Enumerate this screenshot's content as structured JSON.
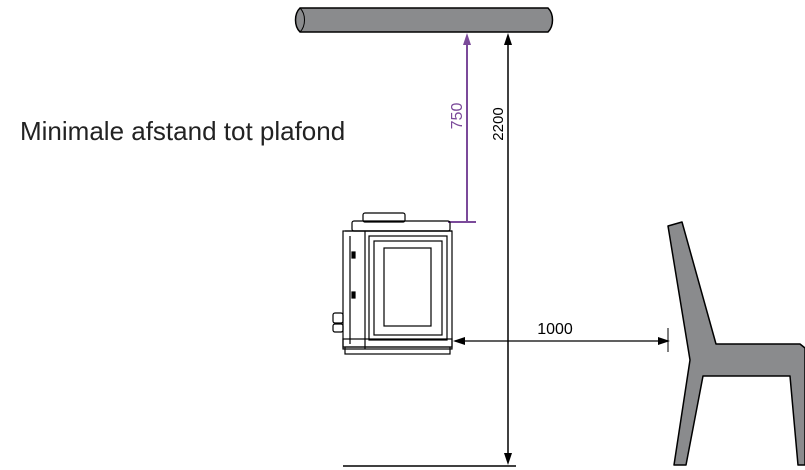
{
  "title": "Minimale afstand tot plafond",
  "dimensions": {
    "ceiling_distance": "750",
    "floor_to_ceiling": "2200",
    "front_distance": "1000"
  },
  "colors": {
    "accent": "#7b4a9a",
    "ceiling_fill": "#8a8b8d",
    "chair_fill": "#8a8b8d",
    "outline": "#000000",
    "text": "#222222"
  }
}
